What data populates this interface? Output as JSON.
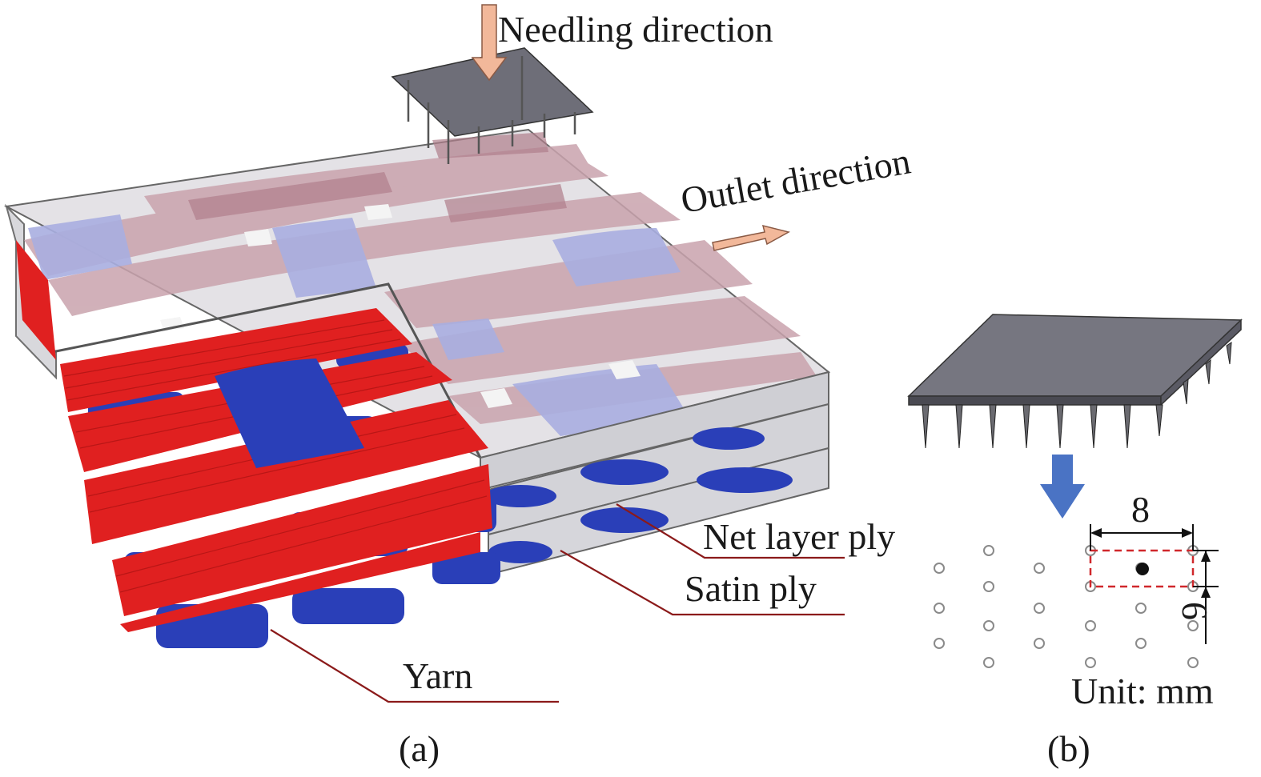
{
  "panel_a": {
    "caption": "(a)",
    "labels": {
      "needling": "Needling direction",
      "outlet": "Outlet direction",
      "net_layer": "Net layer ply",
      "satin": "Satin ply",
      "yarn": "Yarn"
    }
  },
  "panel_b": {
    "caption": "(b)",
    "dim_horizontal": "8",
    "dim_vertical": "6",
    "unit": "Unit: mm"
  },
  "colors": {
    "red_yarn": "#e02020",
    "blue_yarn": "#2a3fb8",
    "pink_ghost": "#c9a3ad",
    "lavender_ghost": "#a9aee0",
    "glass": "#c8c8c8",
    "needle_board": "#6e6e78",
    "arrow_peach": "#f2b89a",
    "arrow_blue": "#4a73c4",
    "leader_line": "#8b1a1a",
    "dash_red": "#d0282c"
  }
}
